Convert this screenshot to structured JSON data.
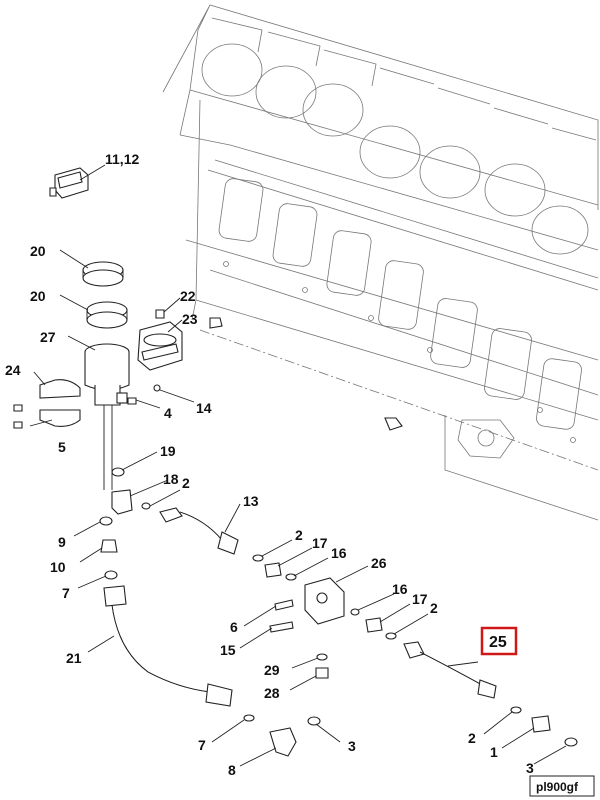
{
  "figure_code": "pl900gf",
  "selected_callout": "25",
  "highlight_color": "#d01818",
  "callouts": [
    {
      "id": "c-11-12",
      "text": "11,12"
    },
    {
      "id": "c-20a",
      "text": "20"
    },
    {
      "id": "c-20b",
      "text": "20"
    },
    {
      "id": "c-22",
      "text": "22"
    },
    {
      "id": "c-23",
      "text": "23"
    },
    {
      "id": "c-27",
      "text": "27"
    },
    {
      "id": "c-24",
      "text": "24"
    },
    {
      "id": "c-4",
      "text": "4"
    },
    {
      "id": "c-14",
      "text": "14"
    },
    {
      "id": "c-5",
      "text": "5"
    },
    {
      "id": "c-19",
      "text": "19"
    },
    {
      "id": "c-18",
      "text": "18"
    },
    {
      "id": "c-2a",
      "text": "2"
    },
    {
      "id": "c-13",
      "text": "13"
    },
    {
      "id": "c-9",
      "text": "9"
    },
    {
      "id": "c-2b",
      "text": "2"
    },
    {
      "id": "c-17a",
      "text": "17"
    },
    {
      "id": "c-16a",
      "text": "16"
    },
    {
      "id": "c-10",
      "text": "10"
    },
    {
      "id": "c-26",
      "text": "26"
    },
    {
      "id": "c-7a",
      "text": "7"
    },
    {
      "id": "c-16b",
      "text": "16"
    },
    {
      "id": "c-17b",
      "text": "17"
    },
    {
      "id": "c-2c",
      "text": "2"
    },
    {
      "id": "c-6",
      "text": "6"
    },
    {
      "id": "c-25",
      "text": "25"
    },
    {
      "id": "c-21",
      "text": "21"
    },
    {
      "id": "c-15",
      "text": "15"
    },
    {
      "id": "c-29",
      "text": "29"
    },
    {
      "id": "c-28",
      "text": "28"
    },
    {
      "id": "c-7b",
      "text": "7"
    },
    {
      "id": "c-3a",
      "text": "3"
    },
    {
      "id": "c-2d",
      "text": "2"
    },
    {
      "id": "c-1",
      "text": "1"
    },
    {
      "id": "c-8",
      "text": "8"
    },
    {
      "id": "c-3b",
      "text": "3"
    }
  ]
}
